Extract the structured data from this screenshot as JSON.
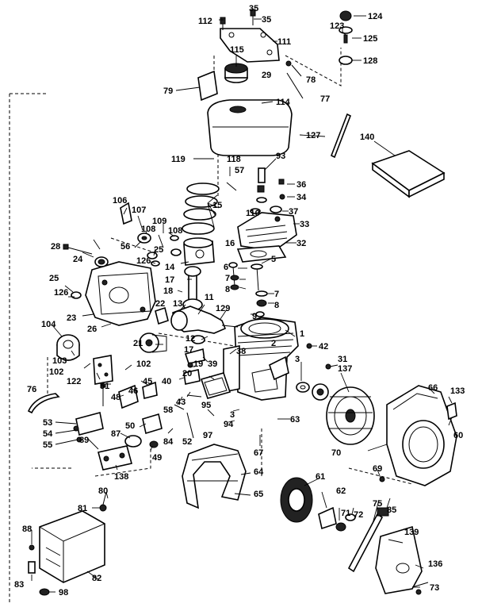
{
  "labels": {
    "l1": "1",
    "l2": "2",
    "l3a": "3",
    "l3b": "3",
    "l5": "5",
    "l6": "6",
    "l7a": "7",
    "l7b": "7",
    "l8a": "8",
    "l8b": "8",
    "l9": "9",
    "l11": "11",
    "l12": "12",
    "l13": "13",
    "l14": "14",
    "l15": "15",
    "l16": "16",
    "l17a": "17",
    "l17b": "17",
    "l18": "18",
    "l19": "19",
    "l20": "20",
    "l21": "21",
    "l22": "22",
    "l23": "23",
    "l24": "24",
    "l25a": "25",
    "l25b": "25",
    "l26": "26",
    "l28": "28",
    "l29": "29",
    "l31": "31",
    "l32": "32",
    "l33": "33",
    "l34": "34",
    "l35a": "35",
    "l35b": "35",
    "l36": "36",
    "l37": "37",
    "l38": "38",
    "l39": "39",
    "l40": "40",
    "l42": "42",
    "l43": "43",
    "l45": "45",
    "l46": "46",
    "l48": "48",
    "l49": "49",
    "l50": "50",
    "l51": "51",
    "l52": "52",
    "l53": "53",
    "l54": "54",
    "l55": "55",
    "l56": "56",
    "l57": "57",
    "l58": "58",
    "l60": "60",
    "l61": "61",
    "l62": "62",
    "l63": "63",
    "l64": "64",
    "l65": "65",
    "l66": "66",
    "l67": "67",
    "l69": "69",
    "l70": "70",
    "l71": "71",
    "l72": "72",
    "l73": "73",
    "l75": "75",
    "l76": "76",
    "l77": "77",
    "l78": "78",
    "l79": "79",
    "l80": "80",
    "l81": "81",
    "l82": "82",
    "l83": "83",
    "l84": "84",
    "l85": "85",
    "l87": "87",
    "l88": "88",
    "l89": "89",
    "l93": "93",
    "l94": "94",
    "l95": "95",
    "l97": "97",
    "l98": "98",
    "l102a": "102",
    "l102b": "102",
    "l103": "103",
    "l104": "104",
    "l106": "106",
    "l107": "107",
    "l108a": "108",
    "l108b": "108",
    "l109": "109",
    "l110": "110",
    "l111": "111",
    "l112": "112",
    "l114": "114",
    "l115": "115",
    "l118": "118",
    "l119": "119",
    "l122": "122",
    "l123": "123",
    "l124": "124",
    "l125": "125",
    "l126a": "126",
    "l126b": "126",
    "l127": "127",
    "l128": "128",
    "l129": "129",
    "l133": "133",
    "l136": "136",
    "l137": "137",
    "l138": "138",
    "l139": "139",
    "l140": "140"
  }
}
